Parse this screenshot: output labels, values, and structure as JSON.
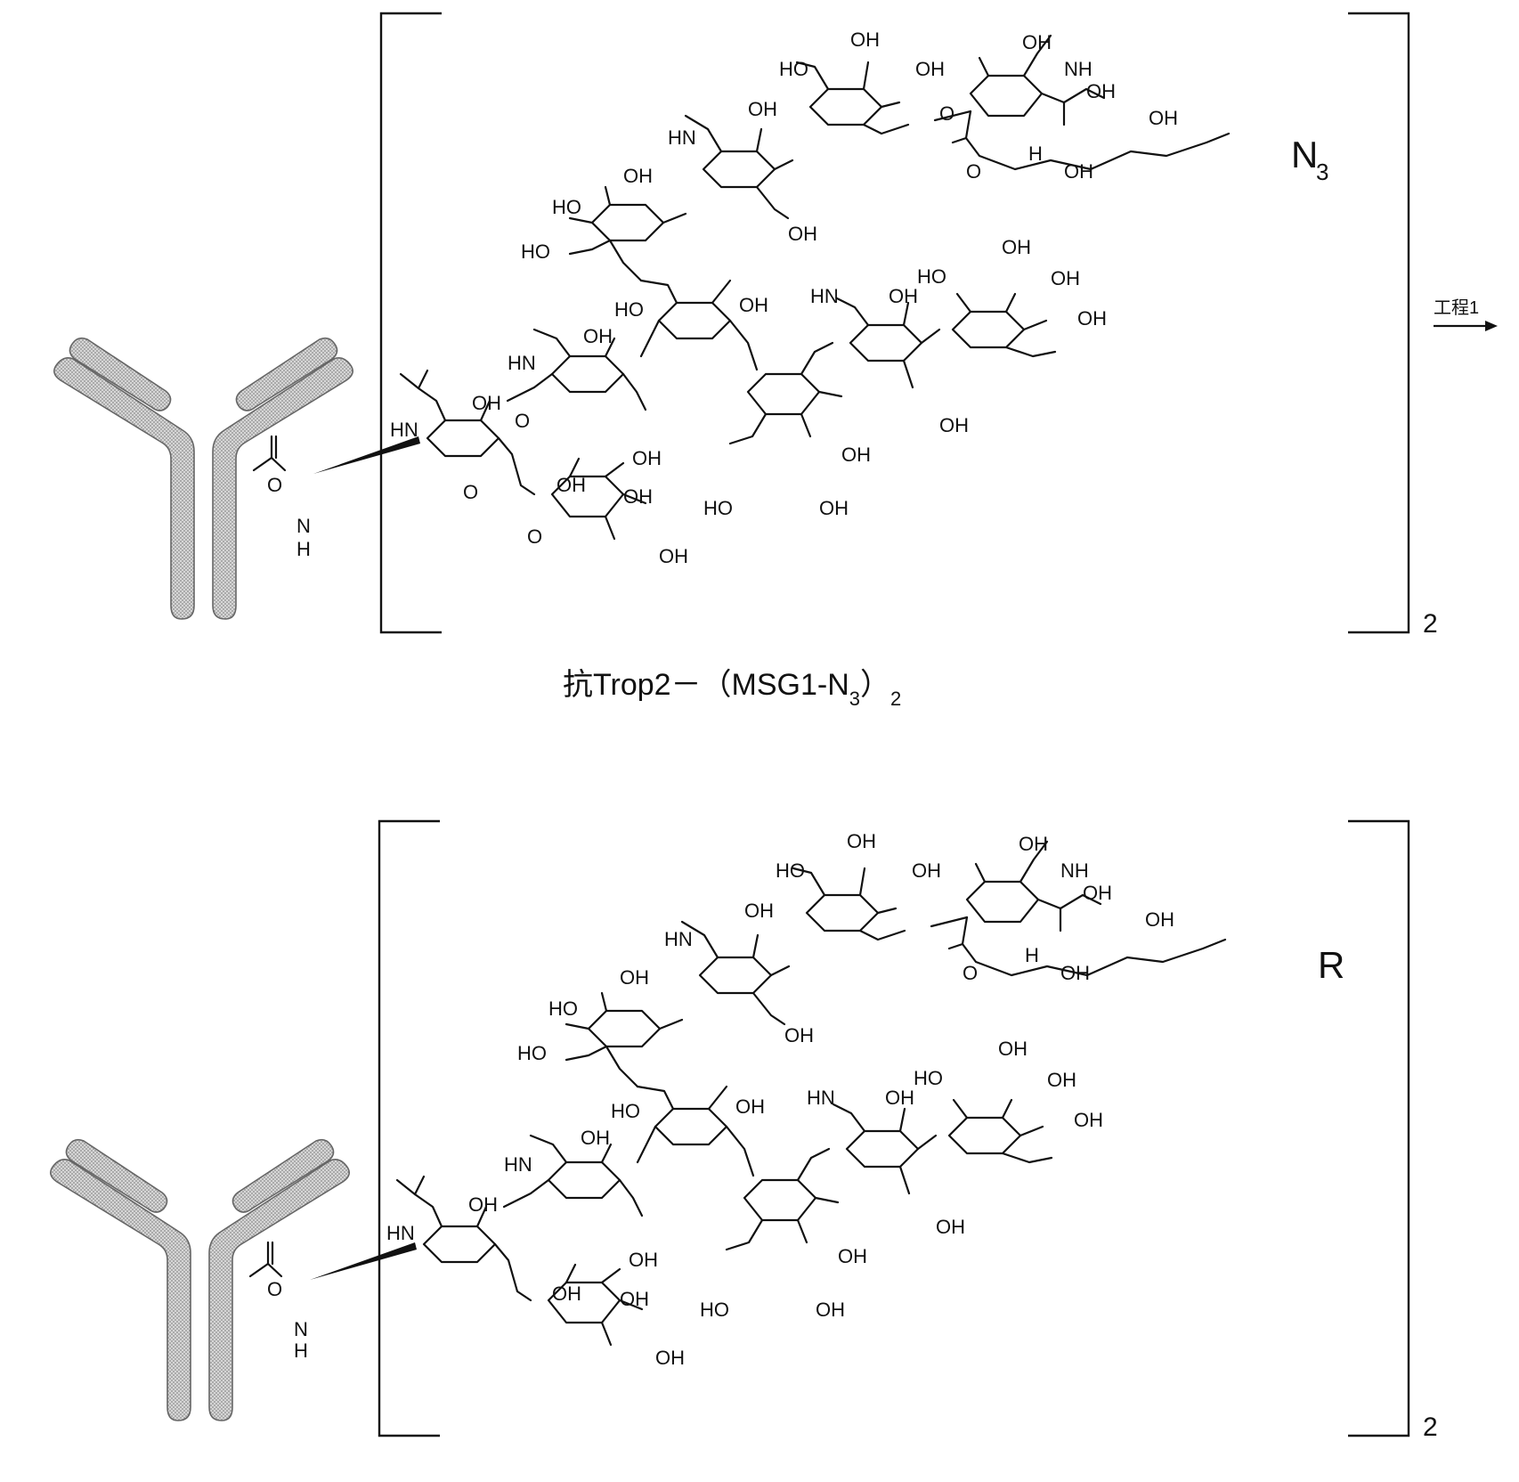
{
  "top_structure": {
    "caption_main": "抗Trop2－（MSG1-N",
    "caption_sub": "3",
    "caption_close": "）",
    "caption_mult": "2",
    "terminal_group": "N",
    "terminal_sub": "3",
    "multiplier": "2"
  },
  "bottom_structure": {
    "terminal_group": "R",
    "multiplier": "2"
  },
  "reaction": {
    "step_label": "工程1"
  },
  "atoms": {
    "oh": "OH",
    "ho": "HO",
    "o": "O",
    "hn": "HN",
    "n": "N",
    "h": "H",
    "nh": "NH"
  },
  "colors": {
    "antibody_fill": "#c9c9c9",
    "antibody_stroke": "#666666",
    "line": "#111111"
  }
}
